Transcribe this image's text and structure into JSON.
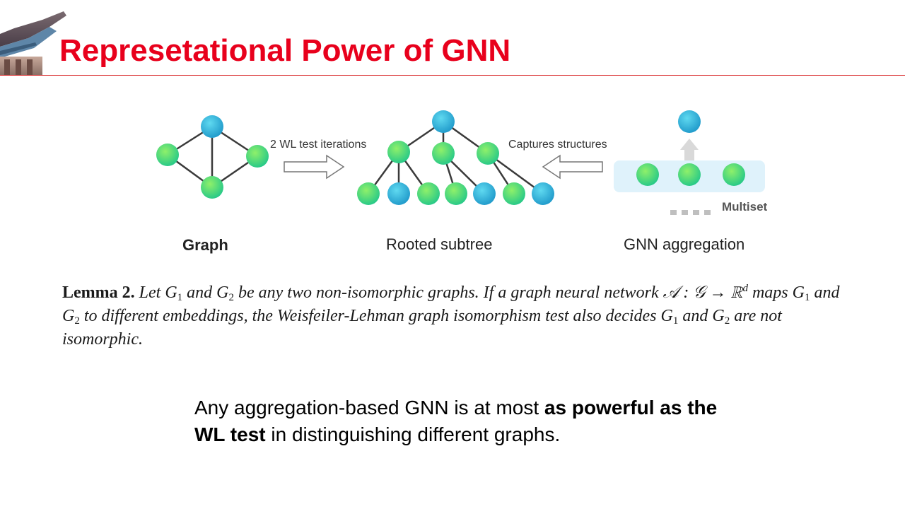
{
  "slide": {
    "title": "Represetational Power of GNN"
  },
  "diagram": {
    "arrow_left_label": "2 WL test iterations",
    "arrow_right_label": "Captures structures",
    "multiset_label": "Multiset",
    "captions": {
      "graph": "Graph",
      "subtree": "Rooted subtree",
      "gnn": "GNN aggregation"
    },
    "colors": {
      "green_node": "#3ed67a",
      "blue_node": "#2ab4d8",
      "edge": "#3a3a3a",
      "multiset_band": "#dff2fb"
    }
  },
  "lemma": {
    "label": "Lemma 2.",
    "line1_a": "Let G",
    "sub1": "1",
    "line1_b": " and G",
    "sub2": "2",
    "line1_c": " be any two non-isomorphic graphs. If a graph neural network 𝒜 : 𝒢 → ℝ",
    "sup_d": "d",
    "line2_a": " maps G",
    "sub3": "1",
    "line2_b": " and G",
    "sub4": "2",
    "line2_c": " to different embeddings, the Weisfeiler-Lehman graph isomorphism test also decides G",
    "sub5": "1",
    "line3_a": " and G",
    "sub6": "2",
    "line3_b": " are not isomorphic."
  },
  "summary": {
    "part1": "Any aggregation-based  GNN is at most ",
    "bold1": "as powerful as the WL test",
    "part2": " in distinguishing different graphs."
  }
}
